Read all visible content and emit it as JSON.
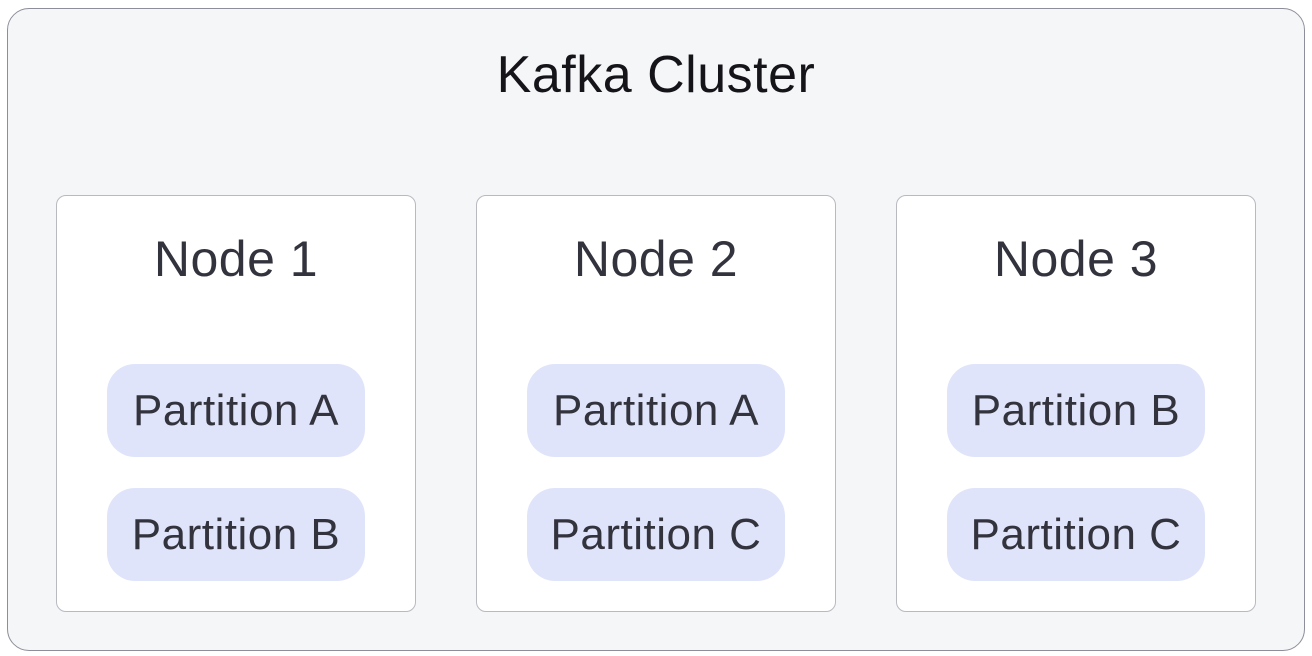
{
  "diagram": {
    "title": "Kafka Cluster",
    "nodes": [
      {
        "title": "Node 1",
        "partitions": [
          "Partition A",
          "Partition B"
        ]
      },
      {
        "title": "Node 2",
        "partitions": [
          "Partition A",
          "Partition C"
        ]
      },
      {
        "title": "Node 3",
        "partitions": [
          "Partition B",
          "Partition C"
        ]
      }
    ],
    "colors": {
      "page_background": "#ffffff",
      "cluster_background": "#f5f6f8",
      "cluster_border": "#8e8e9a",
      "node_background": "#ffffff",
      "node_border": "#b9b9c2",
      "partition_background": "#e0e4fb",
      "title_text": "#141419",
      "body_text": "#32333d"
    }
  }
}
